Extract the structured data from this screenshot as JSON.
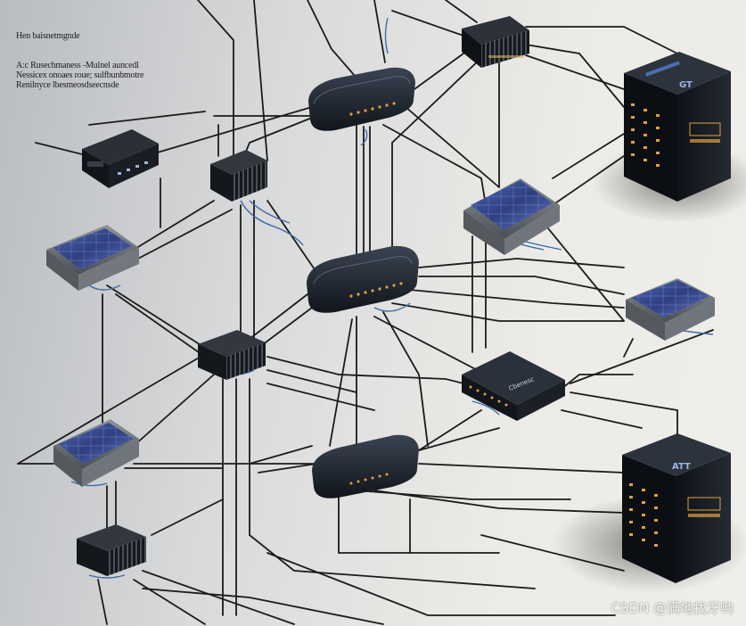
{
  "caption": {
    "heading": "Hen baisnetmgnde",
    "lines": [
      "A:c Rusechmaness -Mulnel auncedl",
      "Nessicex onoaes roue; sulfbunbmotre",
      "Renilnyce lbesmeosdseecnsde"
    ]
  },
  "devices": {
    "server_top_label": "GT",
    "server_bottom_label": "ATT",
    "router_mid_right_label": "Cbenesc"
  },
  "watermark": "CSDN @满地找牙哟",
  "colors": {
    "device_dark": "#1f242c",
    "panel_blue": "#3b4f95",
    "cable": "#1b1b1b",
    "accent_led": "#e0a040"
  }
}
